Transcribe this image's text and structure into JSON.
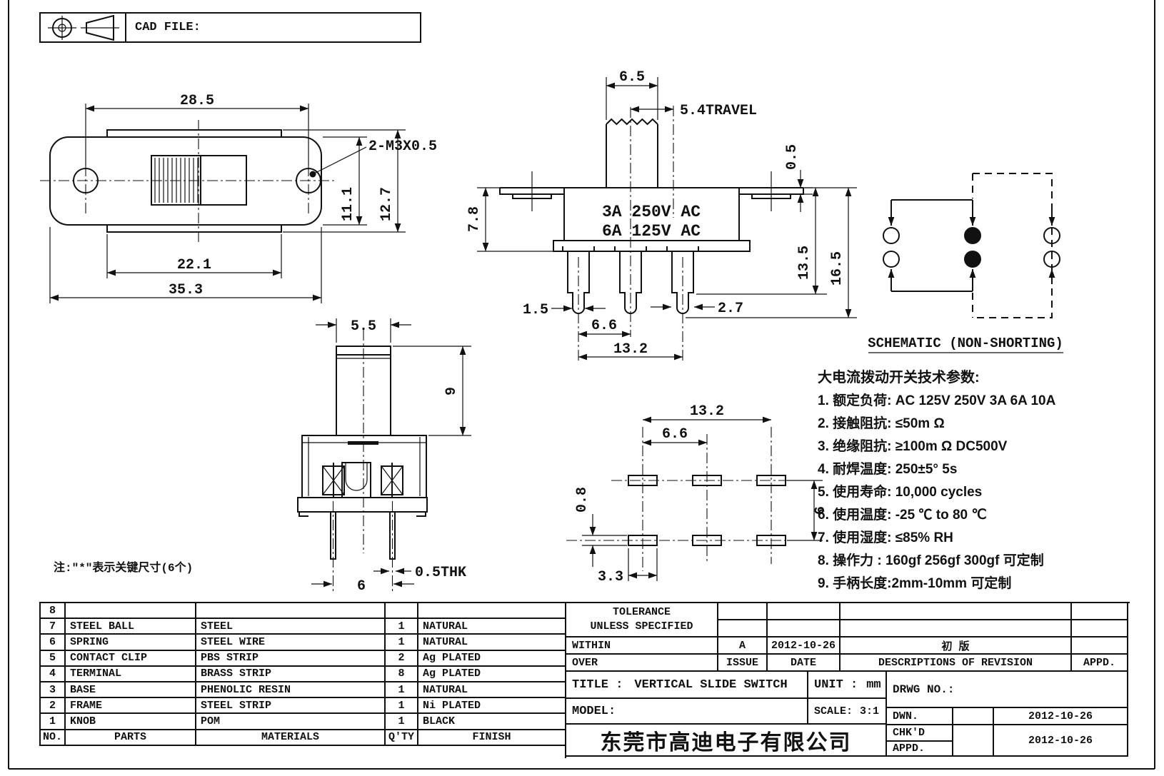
{
  "header": {
    "cad_file_label": "CAD FILE:"
  },
  "top_view": {
    "dim_28_5": "28.5",
    "dim_22_1": "22.1",
    "dim_35_3": "35.3",
    "dim_11_1": "11.1",
    "dim_12_7": "12.7",
    "thread_callout": "2-M3X0.5"
  },
  "front_view": {
    "marking_line1": "3A 250V AC",
    "marking_line2": "6A 125V AC",
    "dim_6_5": "6.5",
    "dim_travel": "5.4TRAVEL",
    "dim_0_5": "0.5",
    "dim_7_8": "7.8",
    "dim_13_5": "13.5",
    "dim_16_5": "16.5",
    "dim_1_5": "1.5",
    "dim_2_7": "2.7",
    "dim_6_6": "6.6",
    "dim_13_2": "13.2"
  },
  "schematic": {
    "title": "SCHEMATIC (NON-SHORTING)"
  },
  "side_view": {
    "dim_5_5": "5.5",
    "dim_9": "9",
    "dim_6": "6",
    "dim_thk": "0.5THK"
  },
  "pad_layout": {
    "dim_13_2": "13.2",
    "dim_6_6": "6.6",
    "dim_0_8": "0.8",
    "dim_6": "6",
    "dim_3_3": "3.3"
  },
  "note": "注:\"*\"表示关键尺寸(6个)",
  "specs": {
    "title": "大电流拨动开关技术参数:",
    "items": [
      "1. 额定负荷: AC 125V 250V   3A   6A   10A",
      "2.  接触阻抗: ≤50m Ω",
      "3. 绝缘阻抗: ≥100m Ω  DC500V",
      "4.  耐焊温度: 250±5°  5s",
      "5. 使用寿命: 10,000 cycles",
      "6.  使用温度: -25 ℃  to 80 ℃",
      "7. 使用湿度: ≤85% RH",
      "8.  操作力 : 160gf   256gf   300gf  可定制",
      "9. 手柄长度:2mm-10mm  可定制"
    ]
  },
  "parts_table": {
    "headers": {
      "no": "NO.",
      "parts": "PARTS",
      "materials": "MATERIALS",
      "qty": "Q'TY",
      "finish": "FINISH"
    },
    "rows": [
      {
        "no": "8",
        "part": "",
        "material": "",
        "qty": "",
        "finish": ""
      },
      {
        "no": "7",
        "part": "STEEL BALL",
        "material": "STEEL",
        "qty": "1",
        "finish": "NATURAL"
      },
      {
        "no": "6",
        "part": "SPRING",
        "material": "STEEL WIRE",
        "qty": "1",
        "finish": "NATURAL"
      },
      {
        "no": "5",
        "part": "CONTACT CLIP",
        "material": "PBS STRIP",
        "qty": "2",
        "finish": "Ag PLATED"
      },
      {
        "no": "4",
        "part": "TERMINAL",
        "material": "BRASS STRIP",
        "qty": "8",
        "finish": "Ag PLATED"
      },
      {
        "no": "3",
        "part": "BASE",
        "material": "PHENOLIC RESIN",
        "qty": "1",
        "finish": "NATURAL"
      },
      {
        "no": "2",
        "part": "FRAME",
        "material": "STEEL STRIP",
        "qty": "1",
        "finish": "Ni PLATED"
      },
      {
        "no": "1",
        "part": "KNOB",
        "material": "POM",
        "qty": "1",
        "finish": "BLACK"
      }
    ]
  },
  "title_block": {
    "tolerance_l1": "TOLERANCE",
    "tolerance_l2": "UNLESS  SPECIFIED",
    "within": "WITHIN",
    "over": "OVER",
    "issue_value": "A",
    "issue_date": "2012-10-26",
    "revision_desc": "初  版",
    "issue_label": "ISSUE",
    "date_label": "DATE",
    "desc_label": "DESCRIPTIONS OF REVISION",
    "appd_label": "APPD.",
    "title_label": "TITLE :",
    "title_value": "VERTICAL SLIDE SWITCH",
    "unit_label": "UNIT :",
    "unit_value": "mm",
    "drwg_label": "DRWG NO.:",
    "model_label": "MODEL:",
    "scale_label": "SCALE:",
    "scale_value": "3:1",
    "company": "东莞市高迪电子有限公司",
    "dwn_label": "DWN.",
    "chkd_label": "CHK'D",
    "appd_row_label": "APPD.",
    "dwn_date": "2012-10-26",
    "chkd_appd_date": "2012-10-26"
  }
}
